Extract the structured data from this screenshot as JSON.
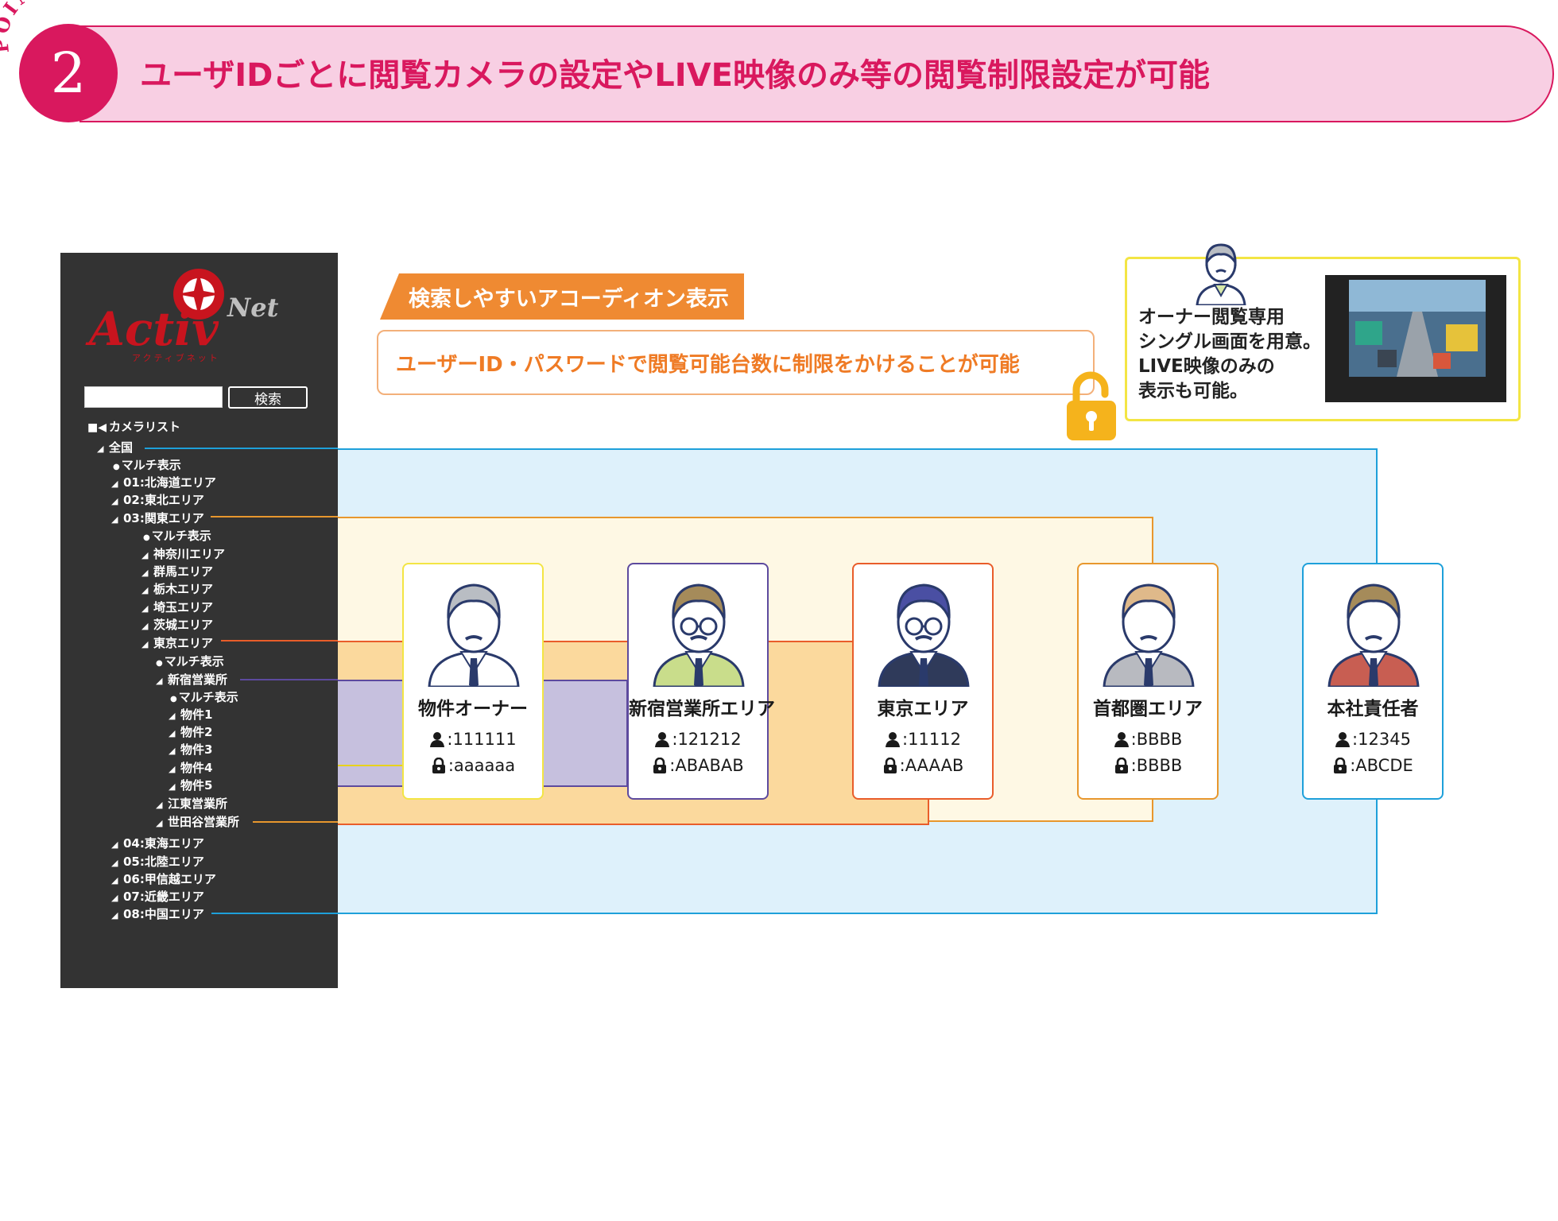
{
  "banner": {
    "point_label": "POINT",
    "number": "2",
    "headline": "ユーザIDごとに閲覧カメラの設定やLIVE映像のみ等の閲覧制限設定が可能"
  },
  "sidebar": {
    "logo_text": "Activ",
    "logo_suffix": "Net",
    "logo_kana": "アクティブネット",
    "search_button": "検索",
    "tree": [
      {
        "label": "カメラリスト",
        "icon": "camera-icon"
      },
      {
        "label": "全国",
        "icon": "cctv-icon"
      },
      {
        "label": "マルチ表示",
        "icon": "bullet-icon"
      },
      {
        "label": "01:北海道エリア",
        "icon": "cctv-icon"
      },
      {
        "label": "02:東北エリア",
        "icon": "cctv-icon"
      },
      {
        "label": "03:関東エリア",
        "icon": "cctv-icon"
      },
      {
        "label": "マルチ表示",
        "icon": "bullet-icon"
      },
      {
        "label": "神奈川エリア",
        "icon": "cctv-icon"
      },
      {
        "label": "群馬エリア",
        "icon": "cctv-icon"
      },
      {
        "label": "栃木エリア",
        "icon": "cctv-icon"
      },
      {
        "label": "埼玉エリア",
        "icon": "cctv-icon"
      },
      {
        "label": "茨城エリア",
        "icon": "cctv-icon"
      },
      {
        "label": "東京エリア",
        "icon": "cctv-icon"
      },
      {
        "label": "マルチ表示",
        "icon": "bullet-icon"
      },
      {
        "label": "新宿営業所",
        "icon": "cctv-icon"
      },
      {
        "label": "マルチ表示",
        "icon": "bullet-icon"
      },
      {
        "label": "物件1",
        "icon": "cctv-icon"
      },
      {
        "label": "物件2",
        "icon": "cctv-icon"
      },
      {
        "label": "物件3",
        "icon": "cctv-icon"
      },
      {
        "label": "物件4",
        "icon": "cctv-icon"
      },
      {
        "label": "物件5",
        "icon": "cctv-icon"
      },
      {
        "label": "江東営業所",
        "icon": "cctv-icon"
      },
      {
        "label": "世田谷営業所",
        "icon": "cctv-icon"
      },
      {
        "label": "04:東海エリア",
        "icon": "cctv-icon"
      },
      {
        "label": "05:北陸エリア",
        "icon": "cctv-icon"
      },
      {
        "label": "06:甲信越エリア",
        "icon": "cctv-icon"
      },
      {
        "label": "07:近畿エリア",
        "icon": "cctv-icon"
      },
      {
        "label": "08:中国エリア",
        "icon": "cctv-icon"
      }
    ]
  },
  "callouts": {
    "accordion_tag": "検索しやすいアコーディオン表示",
    "limit_text": "ユーザーID・パスワードで閲覧可能台数に制限をかけることが可能",
    "owner_note": [
      "オーナー閲覧専用",
      "シングル画面を用意。",
      "LIVE映像のみの",
      "表示も可能。"
    ]
  },
  "users": [
    {
      "name": "物件オーナー",
      "id": ":111111",
      "password": ":aaaaaa",
      "border_color": "#f3e544",
      "suit_color": "#ffffff",
      "hair_color": "#b9bdc3",
      "glasses": false
    },
    {
      "name": "新宿営業所エリア",
      "id": ":121212",
      "password": ":ABABAB",
      "border_color": "#5d4a9e",
      "suit_color": "#c9dd8b",
      "hair_color": "#a58b5a",
      "glasses": true
    },
    {
      "name": "東京エリア",
      "id": ":11112",
      "password": ":AAAAB",
      "border_color": "#e95d2a",
      "suit_color": "#2f3a5a",
      "hair_color": "#4a4fa3",
      "glasses": true
    },
    {
      "name": "首都圏エリア",
      "id": ":BBBB",
      "password": ":BBBB",
      "border_color": "#e8972d",
      "suit_color": "#b8bac0",
      "hair_color": "#dfb98a",
      "glasses": false
    },
    {
      "name": "本社責任者",
      "id": ":12345",
      "password": ":ABCDE",
      "border_color": "#1ea0da",
      "suit_color": "#c85e52",
      "hair_color": "#a58b5a",
      "glasses": false
    }
  ],
  "colors": {
    "brand_pink": "#d9185e",
    "banner_bg": "#f8cfe3",
    "zenkoku": "#1ea0da",
    "kanto": "#e8972d",
    "tokyo": "#e95d2a",
    "shinjuku": "#5d4a9e",
    "owner": "#f3e544"
  }
}
